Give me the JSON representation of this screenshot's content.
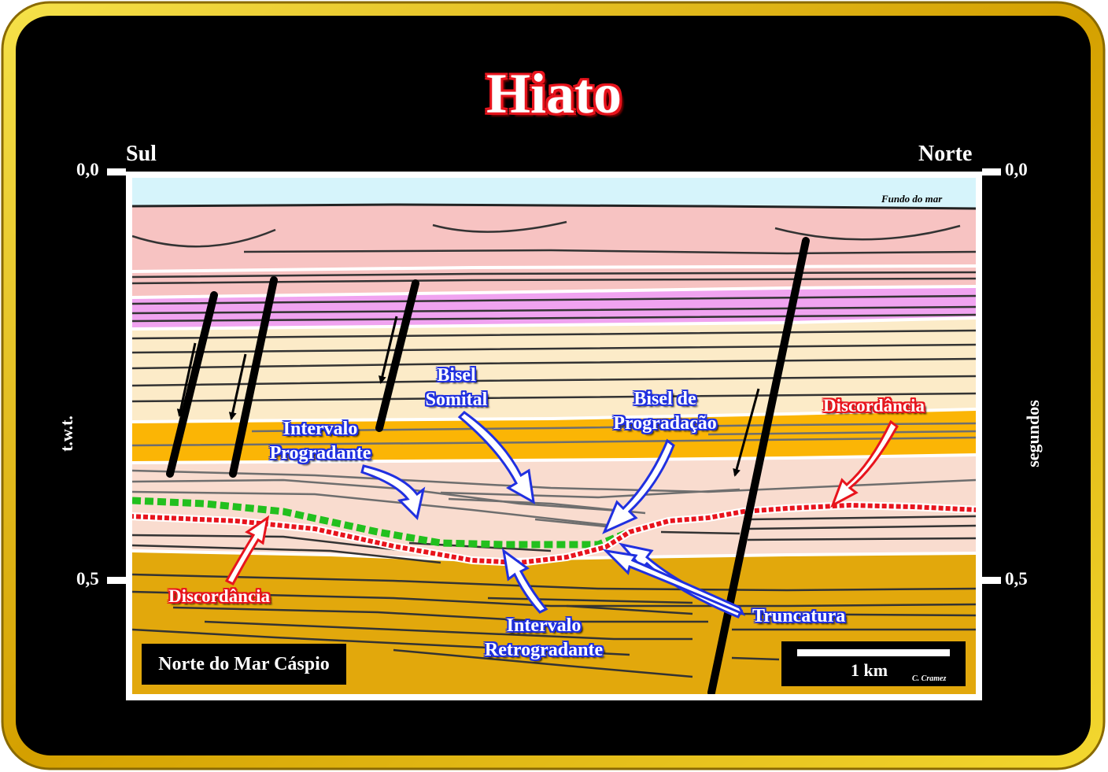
{
  "title": "Hiato",
  "direction": {
    "left": "Sul",
    "right": "Norte"
  },
  "axis": {
    "left_label": "t.w.t.",
    "right_label": "segundos",
    "tick_top": "0,0",
    "tick_mid": "0,5"
  },
  "labels": {
    "seabed": "Fundo do mar",
    "bisel_somital": [
      "Bisel",
      "Somital"
    ],
    "bisel_progradacao": [
      "Bisel de",
      "Progradação"
    ],
    "intervalo_progradante": [
      "Intervalo",
      "Progradante"
    ],
    "intervalo_retrogradante": [
      "Intervalo",
      "Retrogradante"
    ],
    "truncatura": "Truncatura",
    "discordancia_right": "Discordância",
    "discordancia_left": "Discordância"
  },
  "region": "Norte do Mar Cáspio",
  "scale": {
    "label": "1 km"
  },
  "credit": "C. Cramez",
  "colors": {
    "frame_gold": "#e0b800",
    "background": "#000000",
    "sea": "#d6f4fb",
    "pink": "#f7c3c2",
    "violet": "#f0a3f0",
    "cream": "#fcebc8",
    "orange": "#fbb505",
    "peach": "#f9dccf",
    "brown": "#e2a80c",
    "unconformity": "#e8141d",
    "progradant_top": "#22c01e"
  }
}
